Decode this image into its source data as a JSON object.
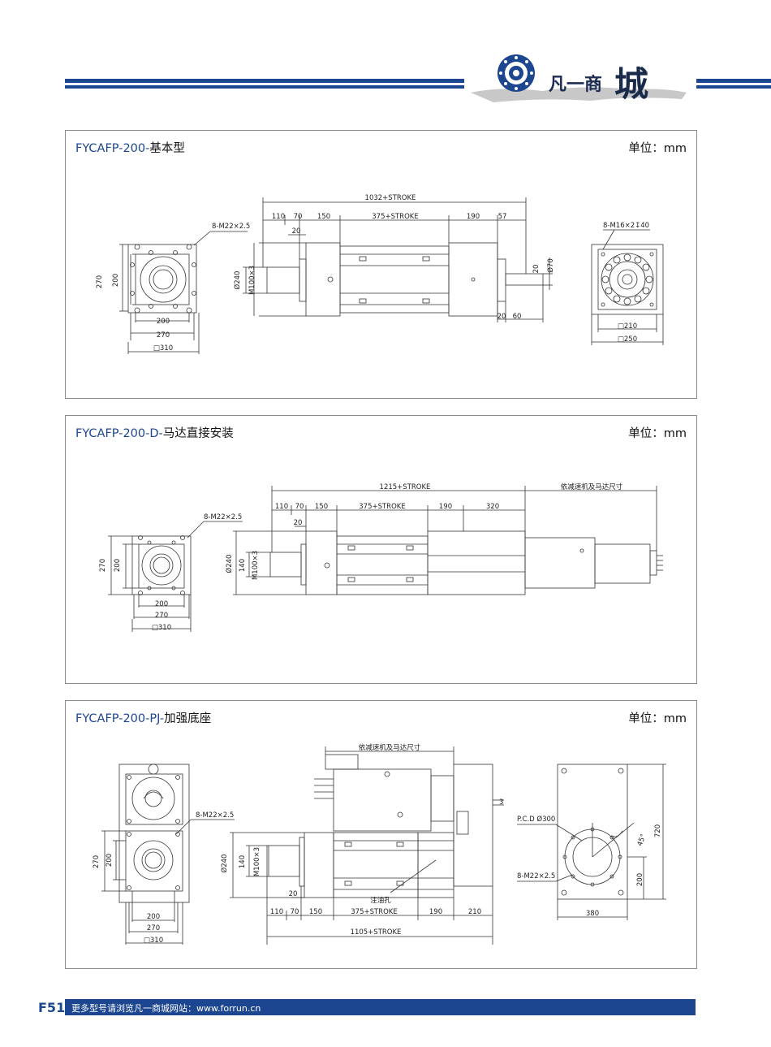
{
  "header": {
    "brand_text": "凡一商",
    "brand_big": "城"
  },
  "panels": [
    {
      "code": "FYCAFP-200-",
      "desc": "基本型",
      "unit": "单位：mm",
      "dims": {
        "overall": "1032+STROKE",
        "d110": "110",
        "d70": "70",
        "d150": "150",
        "stroke": "375+STROKE",
        "d190": "190",
        "d57": "57",
        "d20a": "20",
        "d20b": "20",
        "d20c": "20",
        "d60": "60",
        "phi70": "Ø70",
        "phi240": "Ø240",
        "m100": "M100×3",
        "left_bolt": "8-M22×2.5",
        "h270": "270",
        "h200": "200",
        "w200": "200",
        "w270": "270",
        "w310": "□310",
        "right_bolt": "8-M16×2↧40",
        "w210": "□210",
        "w250": "□250"
      }
    },
    {
      "code": "FYCAFP-200-D-",
      "desc": "马达直接安装",
      "unit": "单位：mm",
      "dims": {
        "overall": "1215+STROKE",
        "reducer": "依减速机及马达尺寸",
        "d110": "110",
        "d70": "70",
        "d150": "150",
        "stroke": "375+STROKE",
        "d190": "190",
        "d320": "320",
        "d20": "20",
        "phi240": "Ø240",
        "d140": "140",
        "m100": "M100×3",
        "left_bolt": "8-M22×2.5",
        "h270": "270",
        "h200": "200",
        "w200": "200",
        "w270": "270",
        "w310": "□310"
      }
    },
    {
      "code": "FYCAFP-200-PJ-",
      "desc": "加强底座",
      "unit": "单位：mm",
      "dims": {
        "reducer": "依减速机及马达尺寸",
        "d3": "3",
        "left_bolt": "8-M22×2.5",
        "h270": "270",
        "h200": "200",
        "w200": "200",
        "w270": "270",
        "w310": "□310",
        "phi240": "Ø240",
        "d140": "140",
        "m100": "M100×3",
        "d20": "20",
        "oil": "注油孔",
        "d110": "110",
        "d70": "70",
        "d150": "150",
        "stroke": "375+STROKE",
        "d190": "190",
        "d210": "210",
        "overall": "1105+STROKE",
        "pcd": "P.C.D Ø300",
        "angle": "45°",
        "right_bolt": "8-M22×2.5",
        "h720": "720",
        "h200r": "200",
        "w380": "380"
      }
    }
  ],
  "footer": {
    "page": "F51",
    "text": "更多型号请浏览凡一商城网站：www.forrun.cn"
  },
  "colors": {
    "brand_blue": "#1d4690",
    "line": "#333333"
  }
}
